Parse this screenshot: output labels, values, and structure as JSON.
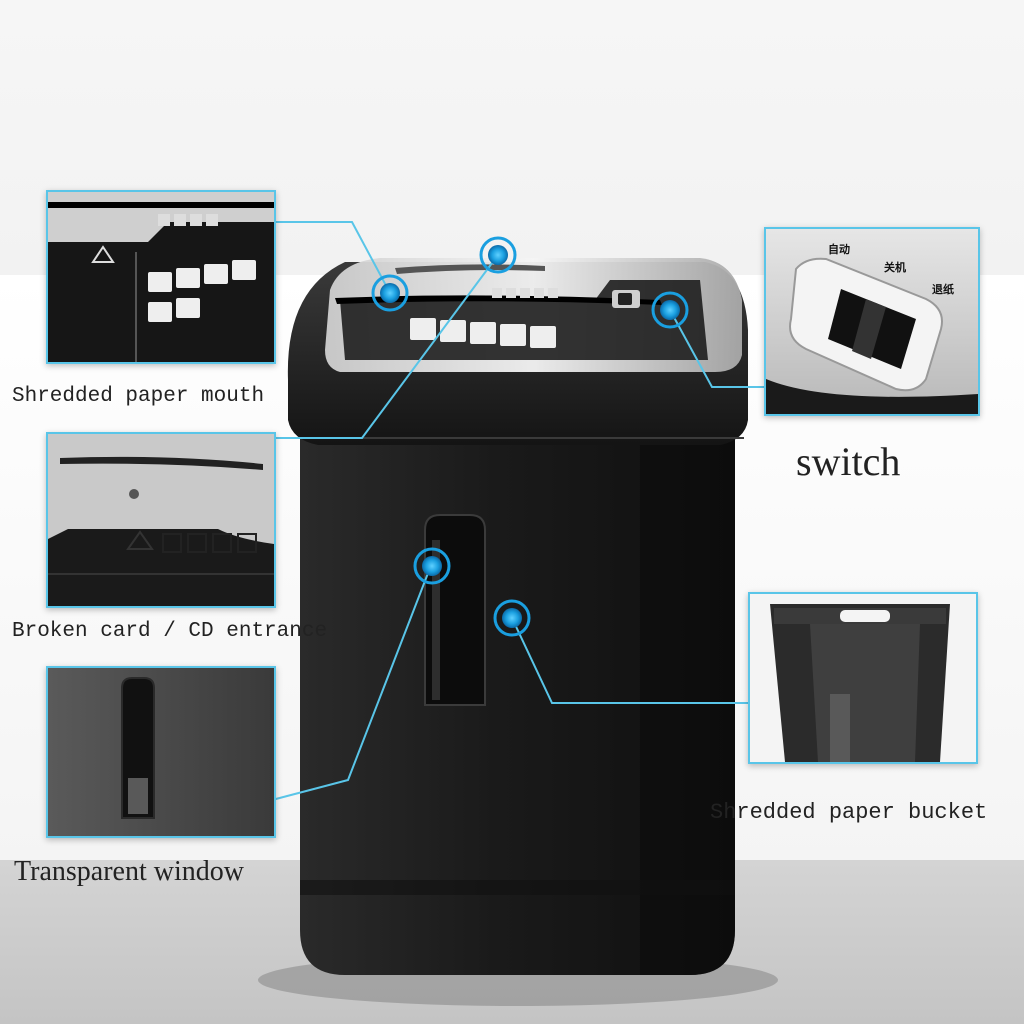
{
  "labels": {
    "mouth": "Shredded paper mouth",
    "card": "Broken card / CD entrance",
    "window": "Transparent window",
    "switch": "switch",
    "bucket": "Shredded paper bucket"
  },
  "switch_positions": {
    "auto": "自动",
    "off": "关机",
    "reverse": "退纸"
  },
  "colors": {
    "accent": "#1a9fe0",
    "leader": "#59c5e8",
    "body": "#1c1c1c"
  }
}
